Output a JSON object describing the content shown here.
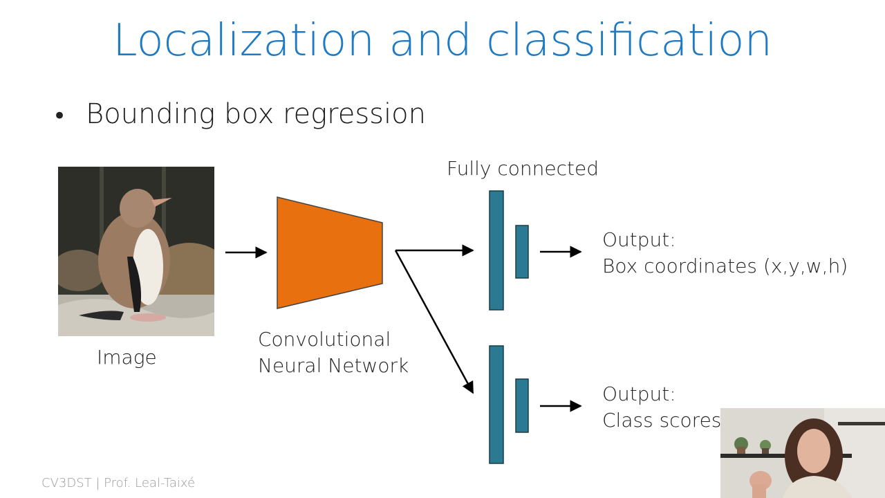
{
  "slide": {
    "title": "Localization and classification",
    "bullet": "Bounding box regression",
    "labels": {
      "image": "Image",
      "cnn_line1": "Convolutional",
      "cnn_line2": "Neural Network",
      "fully_connected": "Fully connected",
      "output1_line1": "Output:",
      "output1_line2": "Box coordinates  (x,y,w,h)",
      "output2_line1": "Output:",
      "output2_line2": "Class scores"
    },
    "footer": "CV3DST | Prof. Leal-Taixé"
  },
  "colors": {
    "title": "#1f7ac4",
    "cnn_block": "#e8700f",
    "fc_layer": "#2a7a94"
  },
  "icons": {
    "photo": "penguin-chick-photo",
    "webcam": "presenter-webcam"
  }
}
